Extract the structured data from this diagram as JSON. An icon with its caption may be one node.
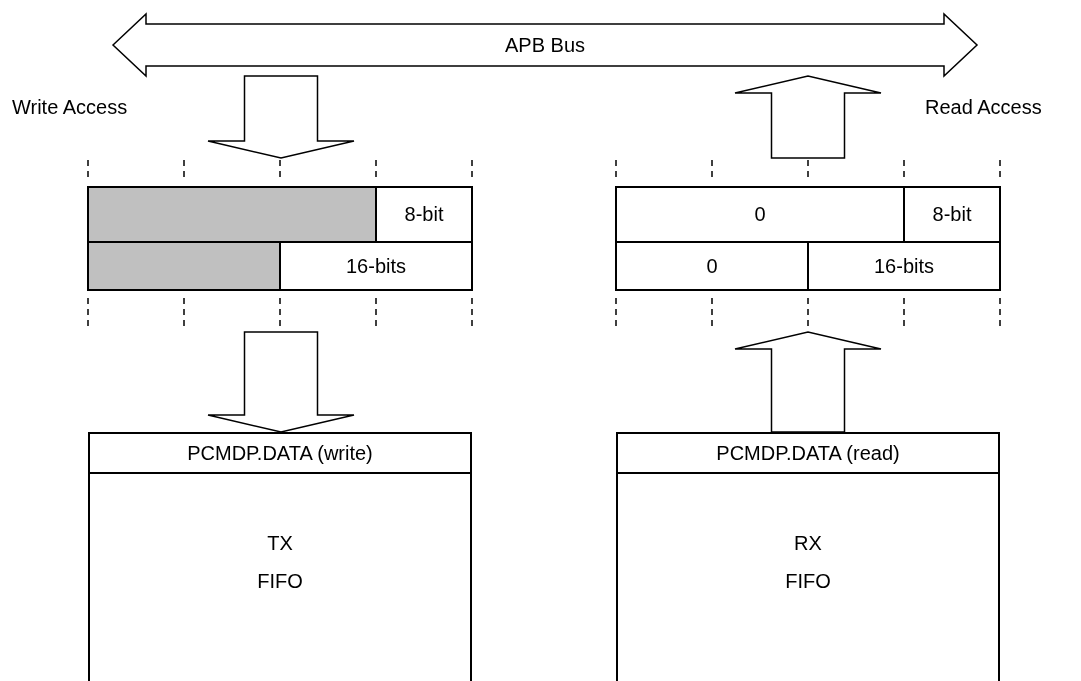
{
  "diagram": {
    "nodes": [
      {
        "text": [
          "APB Bus"
        ]
      },
      {
        "text": [],
        "shape": "box"
      },
      {
        "text": [],
        "shape": "bar",
        "in": 1
      },
      {
        "text": [
          "8-bit"
        ],
        "in": 1
      },
      {
        "text": [],
        "shape": "bar",
        "in": 1
      },
      {
        "text": [
          "16-bits"
        ],
        "in": 1
      },
      {
        "text": [],
        "shape": "box"
      },
      {
        "text": [
          "0"
        ],
        "in": 6
      },
      {
        "text": [
          "8-bit"
        ],
        "in": 6
      },
      {
        "text": [
          "0"
        ],
        "in": 6
      },
      {
        "text": [
          "16-bits"
        ],
        "in": 6
      },
      {
        "text": [
          "PCMDP.DATA (write)",
          "TX FIFO"
        ]
      },
      {
        "text": [
          "PCMDP.DATA (read)",
          "RX FIFO"
        ]
      }
    ],
    "edges": [
      {
        "from": 0,
        "to": 1,
        "arrow": "to"
      },
      {
        "from": 1,
        "to": 11,
        "arrow": "to"
      },
      {
        "from": 12,
        "to": 6,
        "arrow": "to"
      },
      {
        "from": 6,
        "to": 0,
        "arrow": "to"
      }
    ],
    "labels": [
      "Write Access",
      "Read Access"
    ]
  }
}
